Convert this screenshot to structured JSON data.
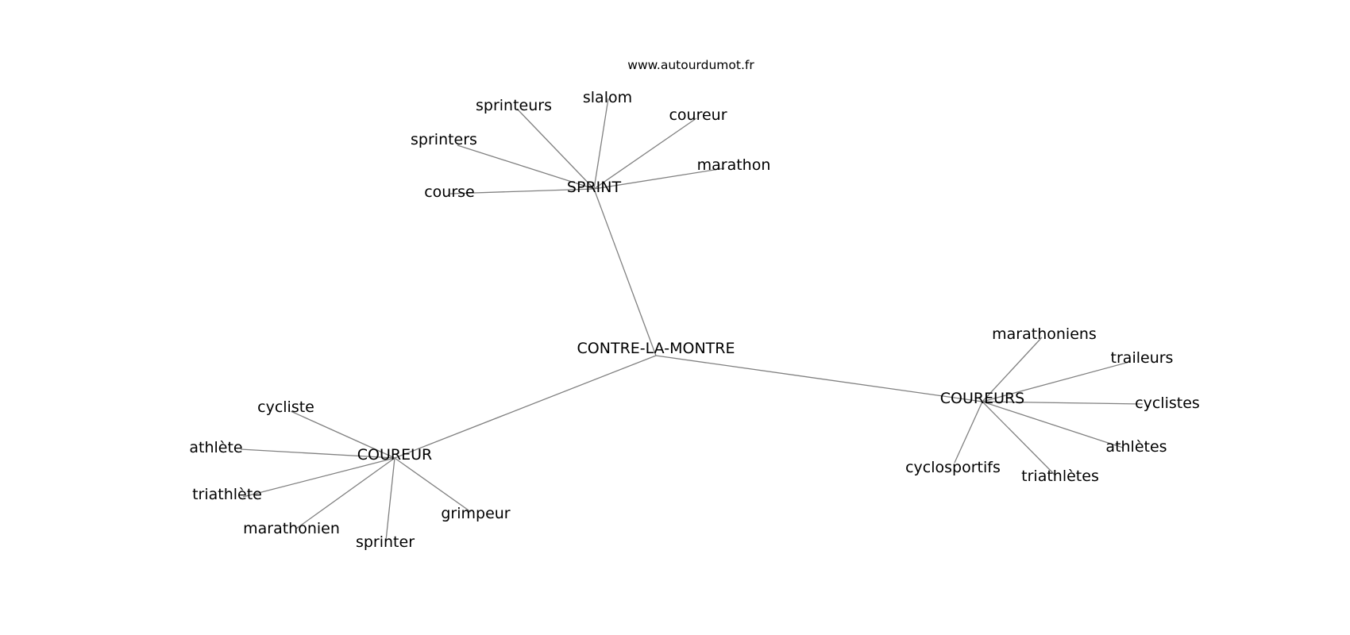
{
  "source": "www.autourdumot.fr",
  "graph": {
    "center": "CONTRE-LA-MONTRE",
    "hubs": [
      {
        "id": "sprint",
        "label": "SPRINT",
        "words": [
          "sprinteurs",
          "slalom",
          "coureur",
          "sprinters",
          "marathon",
          "course"
        ]
      },
      {
        "id": "coureur",
        "label": "COUREUR",
        "words": [
          "cycliste",
          "athlète",
          "triathlète",
          "marathonien",
          "sprinter",
          "grimpeur"
        ]
      },
      {
        "id": "coureurs",
        "label": "COUREURS",
        "words": [
          "marathoniens",
          "traileurs",
          "cyclistes",
          "athlètes",
          "triathlètes",
          "cyclosportifs"
        ]
      }
    ]
  },
  "colors": {
    "background": "#ffffff",
    "edge": "#808080",
    "text": "#000000"
  }
}
